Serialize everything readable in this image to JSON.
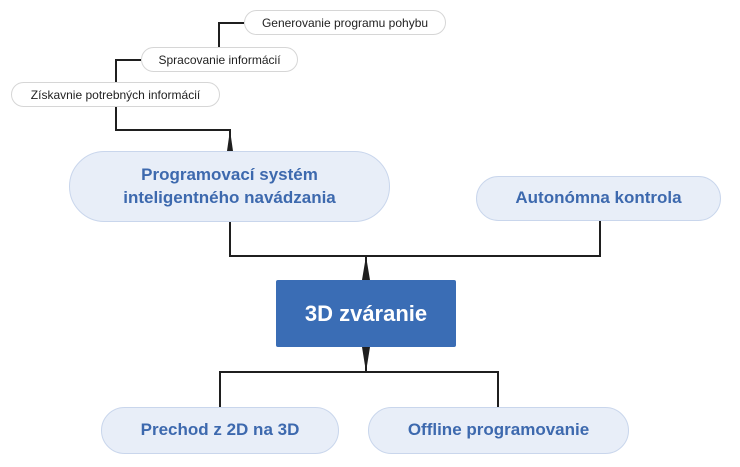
{
  "diagram": {
    "central_topic": "3D zváranie",
    "main_topics": {
      "programovaci_system": {
        "line1": "Programovací systém",
        "line2": "inteligentného navádzania"
      },
      "autonomna_kontrola": "Autonómna kontrola",
      "prechod": "Prechod z 2D na 3D",
      "offline": "Offline programovanie"
    },
    "subtopics": {
      "generovanie": "Generovanie programu pohybu",
      "spracovanie": "Spracovanie informácií",
      "ziskavanie": "Získavnie potrebných informácií"
    }
  },
  "colors": {
    "central_fill": "#3a6db5",
    "central_text": "#ffffff",
    "main_topic_fill": "#e8eef8",
    "main_topic_text": "#3d69ae",
    "connector": "#1f1f1f"
  }
}
